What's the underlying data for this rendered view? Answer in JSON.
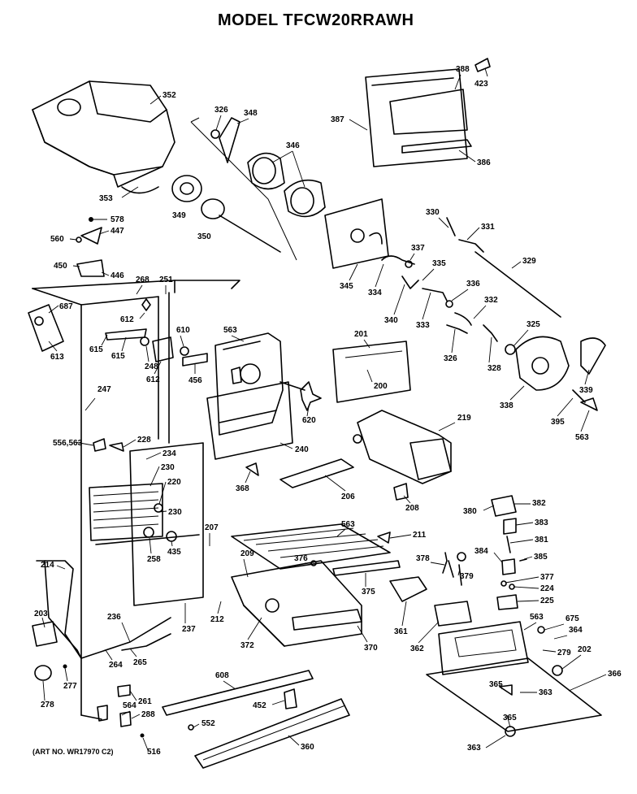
{
  "title": "MODEL TFCW20RRAWH",
  "art_number": "(ART NO. WR17970 C2)",
  "parts": [
    "352",
    "326",
    "348",
    "346",
    "349",
    "350",
    "353",
    "578",
    "447",
    "560",
    "450",
    "446",
    "423",
    "388",
    "387",
    "386",
    "330",
    "331",
    "329",
    "337",
    "335",
    "345",
    "334",
    "340",
    "333",
    "336",
    "332",
    "326",
    "328",
    "325",
    "339",
    "338",
    "395",
    "563",
    "201",
    "200",
    "268",
    "251",
    "687",
    "612",
    "615",
    "615",
    "610",
    "248",
    "612",
    "563",
    "456",
    "613",
    "247",
    "620",
    "240",
    "219",
    "556,563",
    "228",
    "234",
    "230",
    "220",
    "230",
    "435",
    "258",
    "368",
    "206",
    "208",
    "563",
    "211",
    "207",
    "209",
    "376",
    "375",
    "378",
    "379",
    "380",
    "382",
    "383",
    "381",
    "384",
    "385",
    "377",
    "224",
    "225",
    "214",
    "236",
    "237",
    "212",
    "372",
    "370",
    "361",
    "362",
    "563",
    "675",
    "364",
    "279",
    "202",
    "203",
    "265",
    "264",
    "277",
    "278",
    "608",
    "452",
    "261",
    "564",
    "288",
    "552",
    "360",
    "516",
    "366",
    "365",
    "363"
  ]
}
